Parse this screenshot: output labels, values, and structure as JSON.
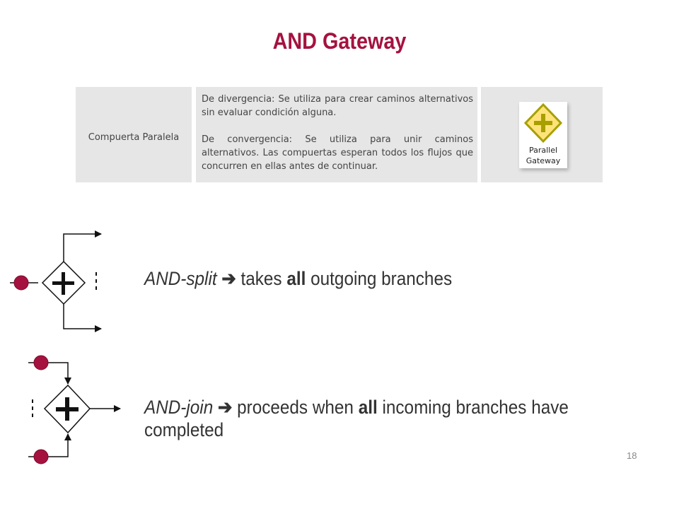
{
  "slide": {
    "title": "AND Gateway",
    "page_number": "18"
  },
  "table": {
    "label": "Compuerta Paralela",
    "desc_divergence": "De divergencia: Se utiliza para crear caminos alternativos sin evaluar condición alguna.",
    "desc_convergence": "De convergencia: Se utiliza para unir caminos alternativos. Las compuertas esperan todos los flujos que concurren en ellas antes de continuar.",
    "icon_label_line1": "Parallel",
    "icon_label_line2": "Gateway"
  },
  "split": {
    "keyword": "AND-split",
    "arrow": "➔",
    "text_before": "takes",
    "emphasis": "all",
    "text_after": "outgoing branches"
  },
  "join": {
    "keyword": "AND-join",
    "arrow": "➔",
    "text_before": "proceeds when",
    "emphasis": "all",
    "text_after": "incoming branches have",
    "line2": "completed"
  },
  "colors": {
    "title": "#a5123f",
    "event_fill": "#a5123f",
    "icon_fill": "#ffe37a",
    "icon_stroke": "#a7a000",
    "table_bg": "#e6e6e6"
  },
  "icons": {
    "parallel_gateway": "plus-in-diamond"
  }
}
